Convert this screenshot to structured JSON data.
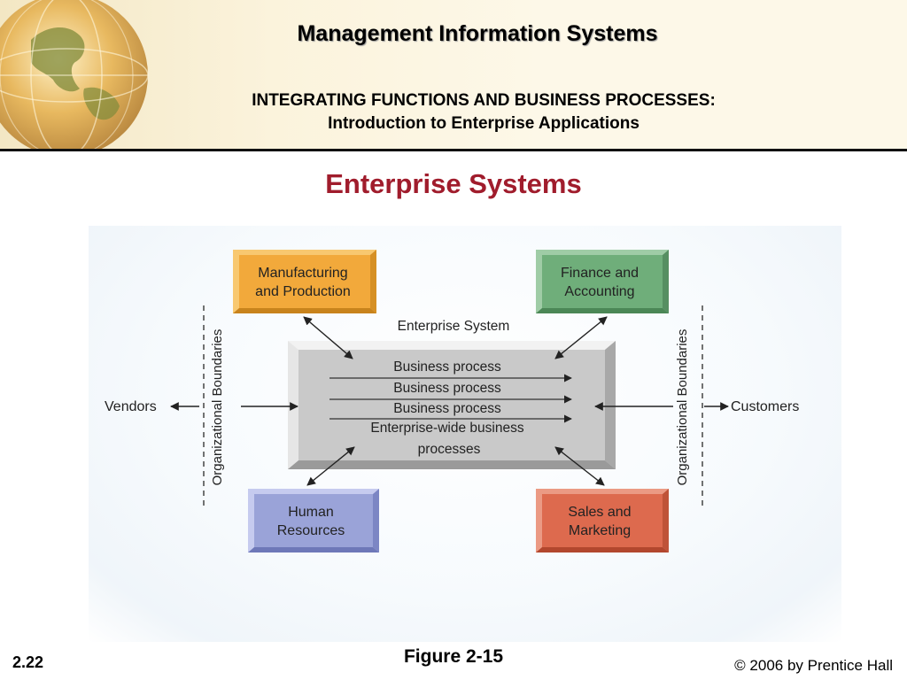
{
  "header": {
    "course_title": "Management Information Systems",
    "subhead_line1": "INTEGRATING FUNCTIONS AND BUSINESS PROCESSES:",
    "subhead_line2": "Introduction to Enterprise Applications",
    "logo_icon": "globe-icon"
  },
  "slide_title": "Enterprise Systems",
  "diagram": {
    "nodes": {
      "manufacturing": {
        "line1": "Manufacturing",
        "line2": "and Production",
        "color": "#f2a93b"
      },
      "finance": {
        "line1": "Finance and",
        "line2": "Accounting",
        "color": "#6fae7a"
      },
      "hr": {
        "line1": "Human",
        "line2": "Resources",
        "color": "#9aa3d8"
      },
      "sales": {
        "line1": "Sales and",
        "line2": "Marketing",
        "color": "#dd6a4e"
      }
    },
    "enterprise_system_label": "Enterprise System",
    "processes": [
      "Business process",
      "Business process",
      "Business process"
    ],
    "enterprise_wide_line1": "Enterprise-wide business",
    "enterprise_wide_line2": "processes",
    "core_color": "#c9c9c9",
    "vendors": "Vendors",
    "customers": "Customers",
    "boundary_label": "Organizational Boundaries"
  },
  "footer": {
    "slide_number": "2.22",
    "figure_label": "Figure 2-15",
    "copyright": "© 2006 by Prentice Hall"
  }
}
